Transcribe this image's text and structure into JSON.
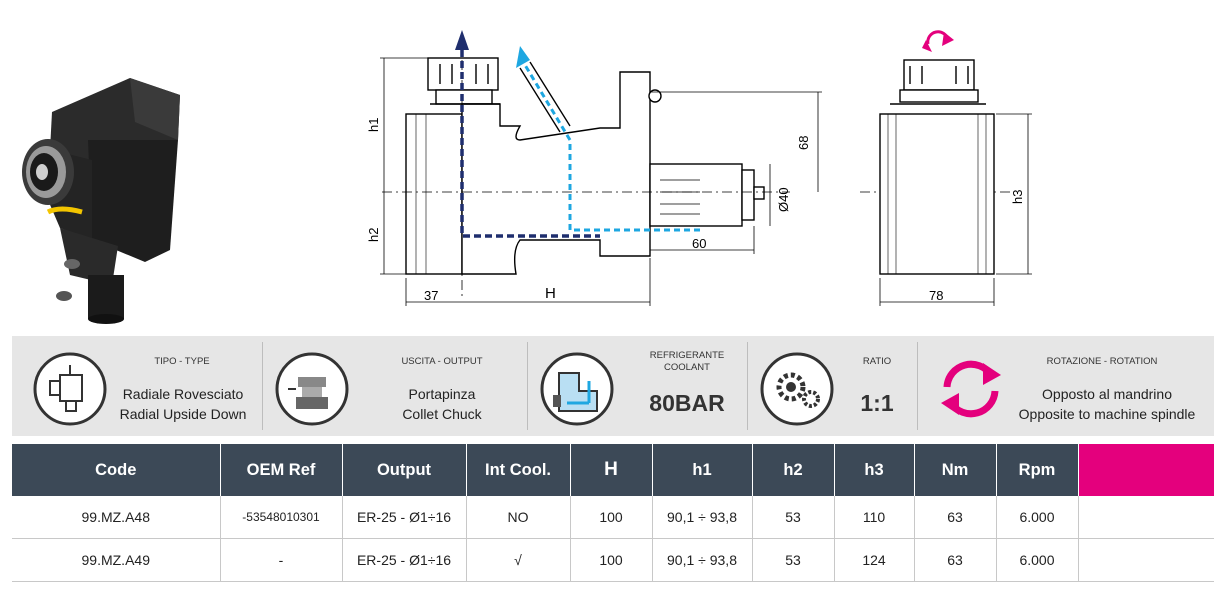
{
  "drawing": {
    "dims": {
      "h1": "h1",
      "h2": "h2",
      "h3": "h3",
      "d37": "37",
      "H": "H",
      "d60": "60",
      "d68": "68",
      "d40": "Ø40",
      "d78": "78"
    }
  },
  "specs": [
    {
      "head": "TIPO - TYPE",
      "line1": "Radiale Rovesciato",
      "line2": "Radial Upside Down",
      "icon": "radial-tool-icon"
    },
    {
      "head": "USCITA - OUTPUT",
      "line1": "Portapinza",
      "line2": "Collet Chuck",
      "icon": "collet-chuck-icon"
    },
    {
      "head1": "REFRIGERANTE",
      "head2": "COOLANT",
      "value": "80BAR",
      "icon": "coolant-icon"
    },
    {
      "head": "RATIO",
      "value": "1:1",
      "icon": "gears-icon"
    },
    {
      "head": "ROTAZIONE - ROTATION",
      "line1": "Opposto al mandrino",
      "line2": "Opposite to machine spindle",
      "icon": "rotation-arrows-icon"
    }
  ],
  "colors": {
    "header": "#3c4957",
    "accent": "#e4007d",
    "coolant": "#1ea7e1",
    "output_arrow": "#1f2e6e"
  },
  "table": {
    "headers": [
      "Code",
      "OEM Ref",
      "Output",
      "Int Cool.",
      "H",
      "h1",
      "h2",
      "h3",
      "Nm",
      "Rpm",
      ""
    ],
    "rows": [
      [
        "99.MZ.A48",
        "-53548010301",
        "ER-25 - Ø1÷16",
        "NO",
        "100",
        "90,1 ÷ 93,8",
        "53",
        "110",
        "63",
        "6.000",
        ""
      ],
      [
        "99.MZ.A49",
        "-",
        "ER-25 - Ø1÷16",
        "√",
        "100",
        "90,1 ÷ 93,8",
        "53",
        "124",
        "63",
        "6.000",
        ""
      ]
    ]
  }
}
